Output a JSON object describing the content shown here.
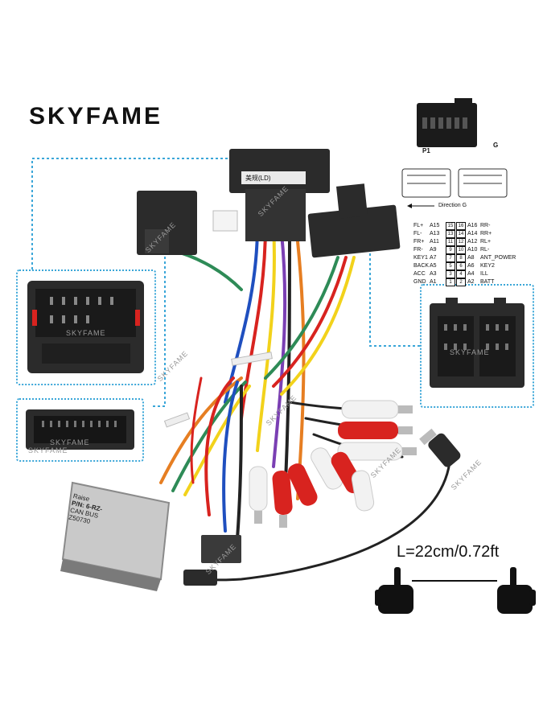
{
  "brand": {
    "logo": "SKYFAME"
  },
  "connector_diagram": {
    "p1_label": "P1",
    "g_label": "G",
    "direction_label": "Direction G"
  },
  "pinout": {
    "rows": [
      {
        "ln": "FL+",
        "lp": "A15",
        "l": "15",
        "r": "16",
        "rp": "A16",
        "rn": "RR-"
      },
      {
        "ln": "FL-",
        "lp": "A13",
        "l": "13",
        "r": "14",
        "rp": "A14",
        "rn": "RR+"
      },
      {
        "ln": "FR+",
        "lp": "A11",
        "l": "11",
        "r": "12",
        "rp": "A12",
        "rn": "RL+"
      },
      {
        "ln": "FR-",
        "lp": "A9",
        "l": "9",
        "r": "10",
        "rp": "A10",
        "rn": "RL-"
      },
      {
        "ln": "KEY1",
        "lp": "A7",
        "l": "7",
        "r": "8",
        "rp": "A8",
        "rn": "ANT_POWER"
      },
      {
        "ln": "BACK",
        "lp": "A5",
        "l": "5",
        "r": "6",
        "rp": "A6",
        "rn": "KEY2"
      },
      {
        "ln": "ACC",
        "lp": "A3",
        "l": "3",
        "r": "4",
        "rp": "A4",
        "rn": "ILL"
      },
      {
        "ln": "GND",
        "lp": "A1",
        "l": "1",
        "r": "2",
        "rp": "A2",
        "rn": "BATT"
      }
    ]
  },
  "can_box": {
    "line1": "Raise",
    "line2": "P/N: 6-RZ-",
    "line3": "CAN BUS",
    "line4": "Z50730"
  },
  "connector_top_label": "美规(LD)",
  "length_label": "L=22cm/0.72ft",
  "watermark": "SKYFAME",
  "colors": {
    "callout_border": "#3aa6d8",
    "wire_red": "#d8231f",
    "wire_white": "#f2f2f2",
    "connector_body": "#2b2b2b"
  }
}
